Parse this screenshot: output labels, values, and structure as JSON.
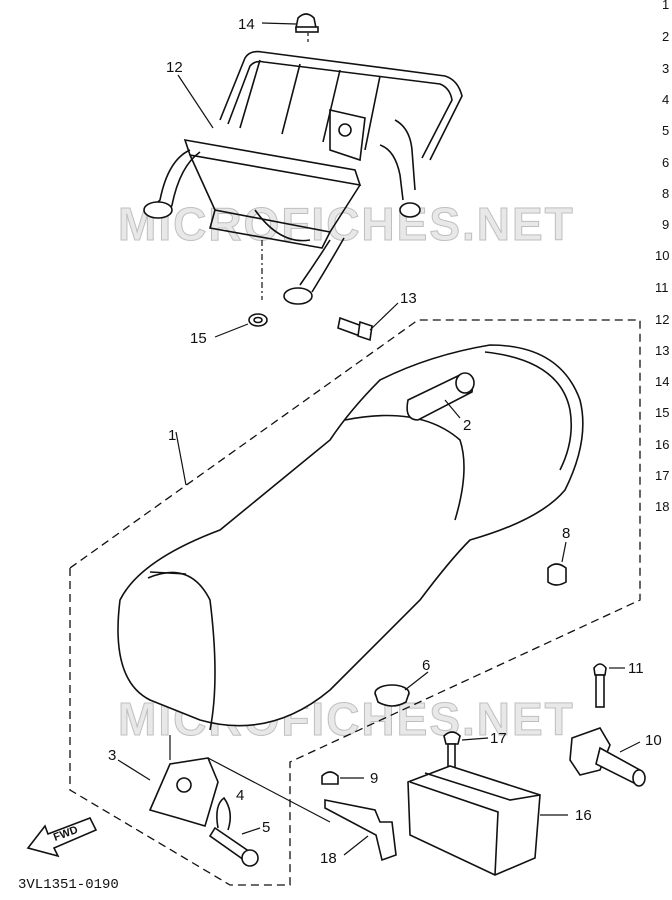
{
  "watermark": "MICROFICHES.NET",
  "diagram_code": "3VL1351-0190",
  "direction_label": "FWD",
  "callouts": [
    "14",
    "12",
    "13",
    "15",
    "1",
    "2",
    "8",
    "6",
    "11",
    "10",
    "17",
    "9",
    "3",
    "4",
    "5",
    "16",
    "18"
  ],
  "edge_numbers": [
    "1",
    "2",
    "3",
    "4",
    "5",
    "6",
    "8",
    "9",
    "10",
    "11",
    "12",
    "13",
    "14",
    "15",
    "16",
    "17",
    "18"
  ]
}
